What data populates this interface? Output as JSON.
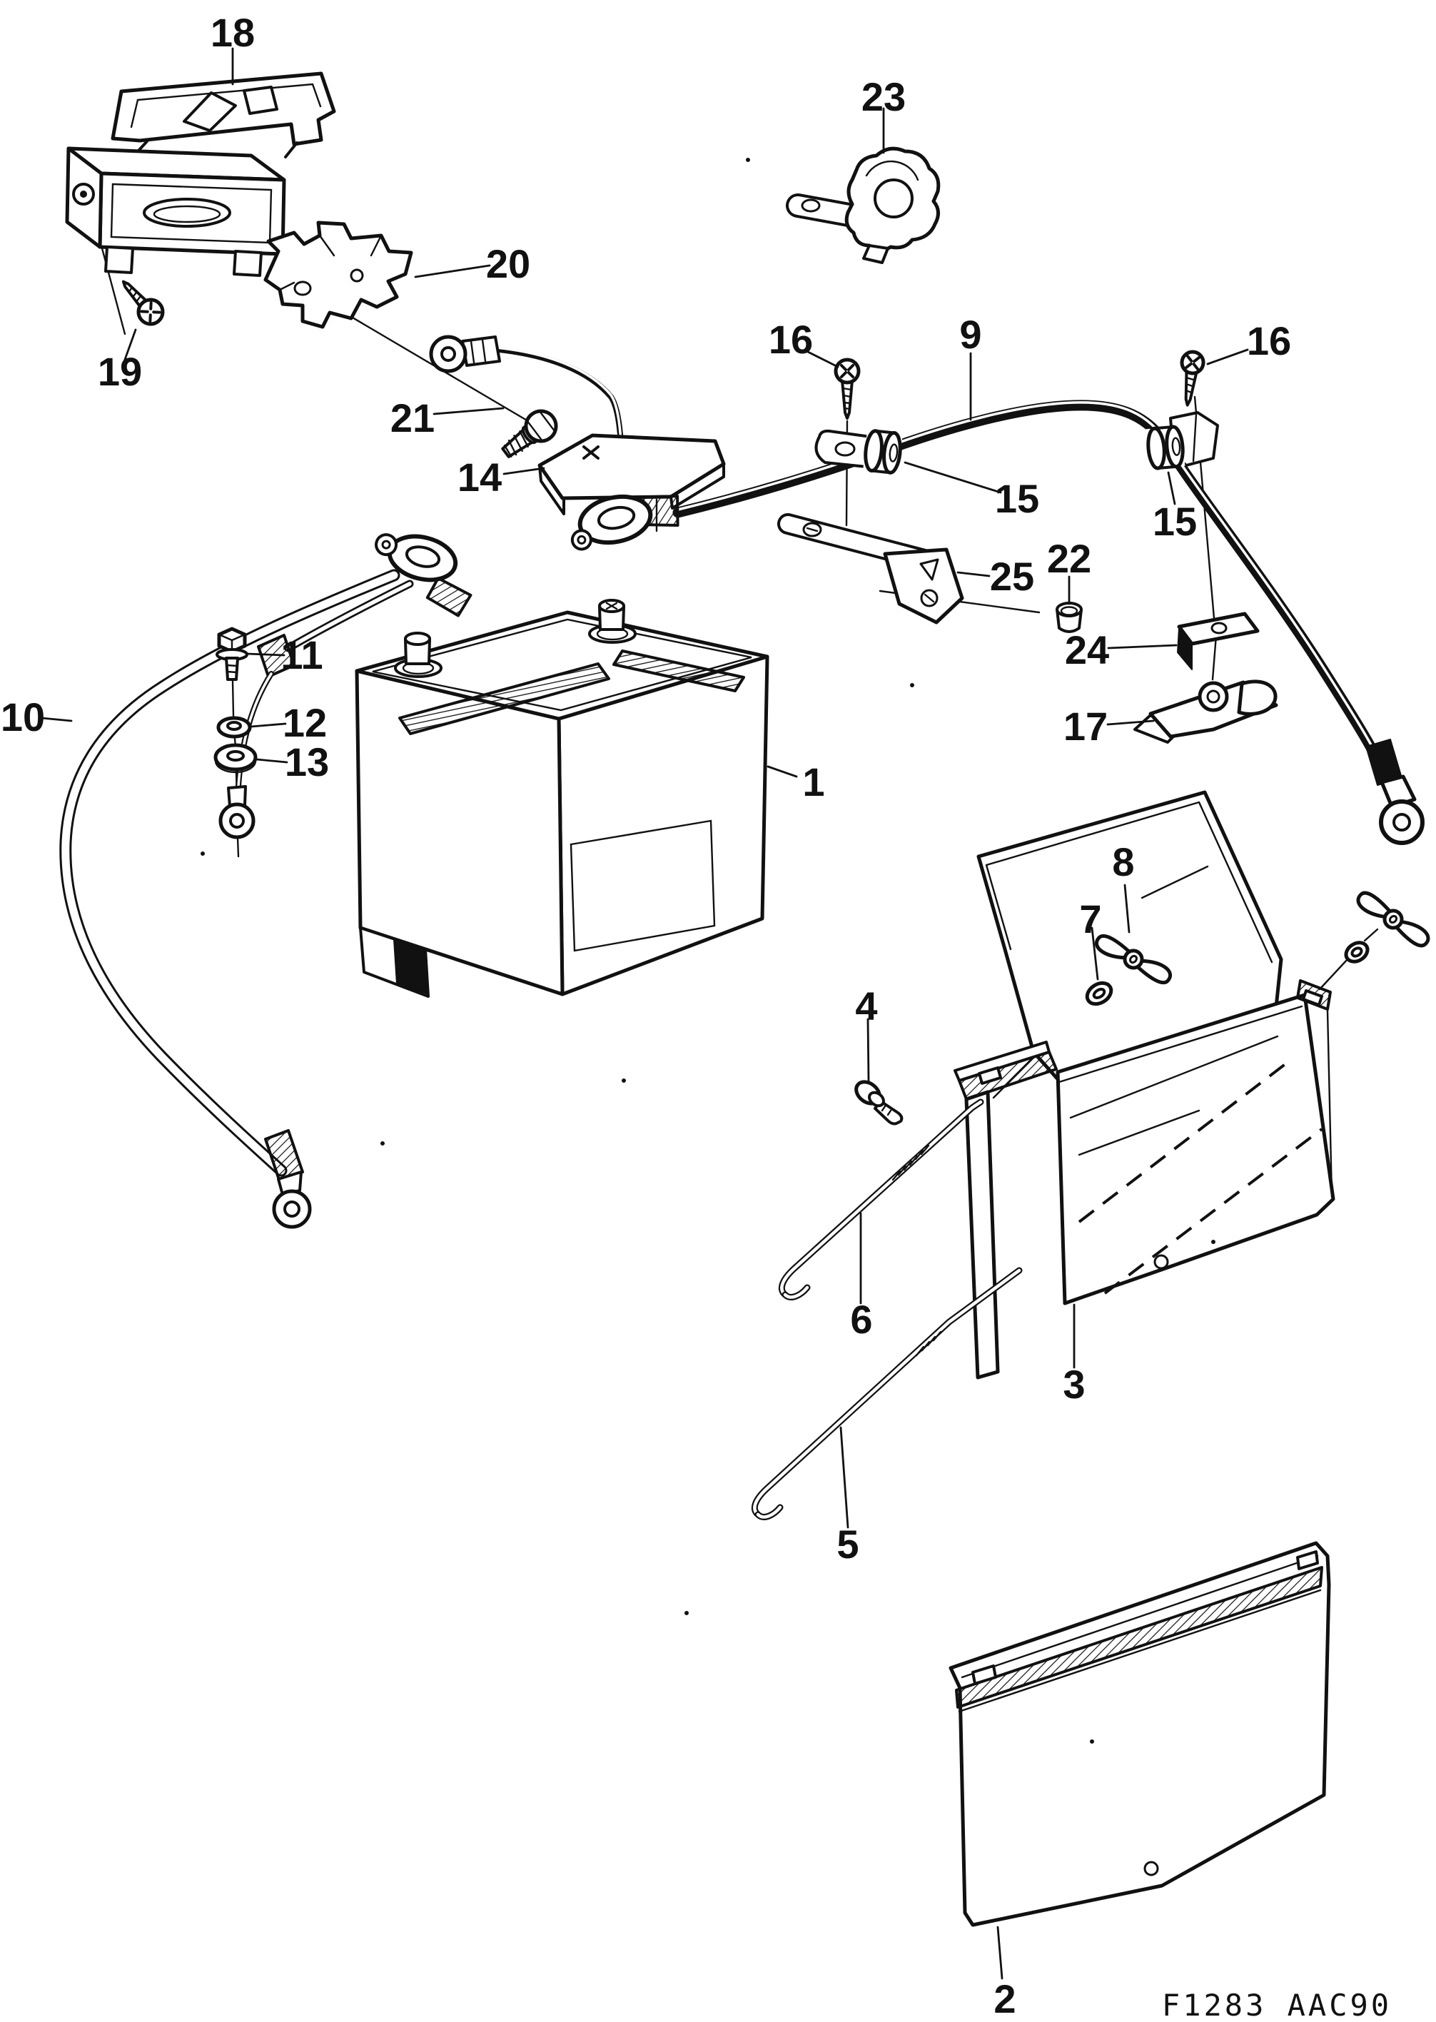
{
  "figure": {
    "type": "exploded-parts-diagram",
    "drawing_code": "F1283 AAC90",
    "background_color": "#ffffff",
    "line_color": "#111111",
    "callouts": [
      {
        "label": "18"
      },
      {
        "label": "19"
      },
      {
        "label": "20"
      },
      {
        "label": "21"
      },
      {
        "label": "14"
      },
      {
        "label": "23"
      },
      {
        "label": "16"
      },
      {
        "label": "9"
      },
      {
        "label": "16"
      },
      {
        "label": "15"
      },
      {
        "label": "15"
      },
      {
        "label": "25"
      },
      {
        "label": "22"
      },
      {
        "label": "24"
      },
      {
        "label": "17"
      },
      {
        "label": "11"
      },
      {
        "label": "12"
      },
      {
        "label": "13"
      },
      {
        "label": "10"
      },
      {
        "label": "1"
      },
      {
        "label": "8"
      },
      {
        "label": "7"
      },
      {
        "label": "4"
      },
      {
        "label": "6"
      },
      {
        "label": "3"
      },
      {
        "label": "5"
      },
      {
        "label": "2"
      }
    ]
  }
}
